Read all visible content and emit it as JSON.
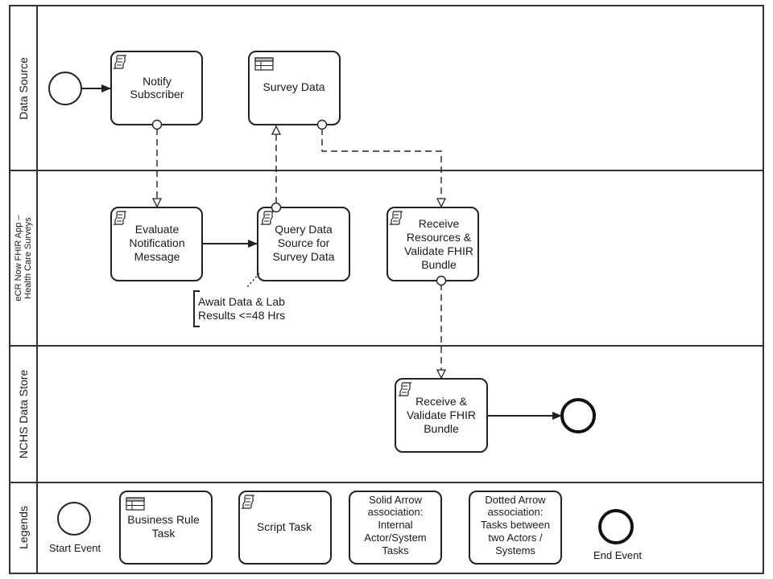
{
  "lanes": [
    {
      "id": "data-source",
      "label": "Data Source"
    },
    {
      "id": "ecr-app",
      "label_line1": "eCR Now FHIR App –",
      "label_line2": "Health Care Surveys"
    },
    {
      "id": "nchs",
      "label": "NCHS Data Store"
    },
    {
      "id": "legends",
      "label": "Legends"
    }
  ],
  "tasks": {
    "notify_subscriber": {
      "lines": [
        "Notify",
        "Subscriber"
      ],
      "icon": "script-icon"
    },
    "survey_data": {
      "lines": [
        "Survey Data"
      ],
      "icon": "business-rule-icon"
    },
    "evaluate_notification": {
      "lines": [
        "Evaluate",
        "Notification",
        "Message"
      ],
      "icon": "script-icon"
    },
    "query_data_source": {
      "lines": [
        "Query Data",
        "Source for",
        "Survey Data"
      ],
      "icon": "script-icon"
    },
    "receive_resources": {
      "lines": [
        "Receive",
        "Resources &",
        "Validate FHIR",
        "Bundle"
      ],
      "icon": "script-icon"
    },
    "receive_validate": {
      "lines": [
        "Receive &",
        "Validate FHIR",
        "Bundle"
      ],
      "icon": "script-icon"
    }
  },
  "annotation": {
    "lines": [
      "Await Data & Lab",
      "Results <=48 Hrs"
    ]
  },
  "legend": {
    "start_event": "Start Event",
    "business_rule": {
      "lines": [
        "Business Rule",
        "Task"
      ],
      "icon": "business-rule-icon"
    },
    "script_task": {
      "lines": [
        "Script Task"
      ],
      "icon": "script-icon"
    },
    "solid_arrow": {
      "lines": [
        "Solid Arrow",
        "association:",
        "Internal",
        "Actor/System",
        "Tasks"
      ]
    },
    "dotted_arrow": {
      "lines": [
        "Dotted Arrow",
        "association:",
        "Tasks between",
        "two Actors /",
        "Systems"
      ]
    },
    "end_event": "End Event"
  }
}
